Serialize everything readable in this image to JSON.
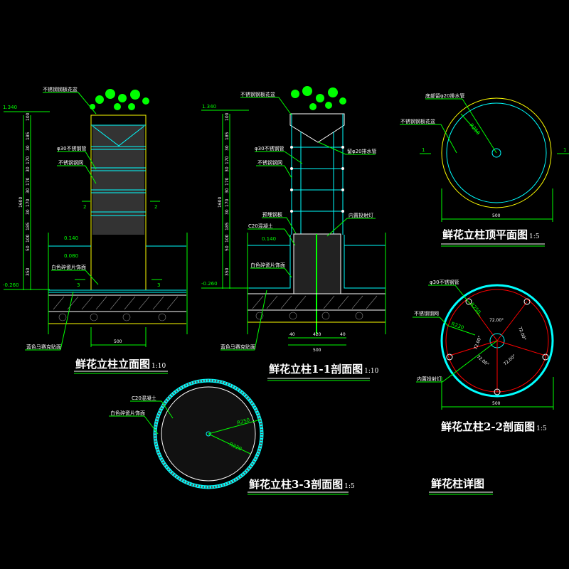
{
  "colors": {
    "background": "#000000",
    "leader": "#00ff00",
    "steel": "#00ffff",
    "outline": "#ffff00",
    "red": "#ff0000",
    "text": "#ffffff"
  },
  "elevation": {
    "title": "鲜花立柱立面图",
    "scale": "1:10",
    "labels": {
      "planter": "不锈钢钢板花盆",
      "pipe": "φ30不锈钢管",
      "mesh": "不锈钢钢网",
      "facing": "白色碎瓷片饰面",
      "mosaic": "蓝色马赛克贴面"
    },
    "levels": [
      "1.340",
      "0.140",
      "0.080",
      "-0.260"
    ],
    "dims": [
      "100",
      "185",
      "30",
      "170",
      "30",
      "170",
      "30",
      "170",
      "30",
      "185",
      "100",
      "50",
      "350"
    ],
    "total": "1600",
    "width": "500",
    "section2": "2",
    "section3": "3"
  },
  "section11": {
    "title": "鲜花立柱1-1剖面图",
    "scale": "1:10",
    "labels": {
      "planter": "不锈钢钢板花盆",
      "pipe": "φ30不锈钢管",
      "mesh": "不锈钢钢网",
      "plate": "预埋钢板",
      "concrete": "C20混凝土",
      "facing": "白色碎瓷片饰面",
      "mosaic": "蓝色马赛克贴面",
      "drain": "留φ20排水管",
      "lamp": "内置投射灯"
    },
    "levels": [
      "1.340",
      "0.140",
      "-0.260"
    ],
    "dims": [
      "100",
      "185",
      "30",
      "170",
      "30",
      "170",
      "30",
      "170",
      "30",
      "185",
      "100",
      "50",
      "350"
    ],
    "total": "1600",
    "bottom": [
      "40",
      "420",
      "40",
      "500"
    ]
  },
  "topplan": {
    "title": "鲜花立柱顶平面图",
    "scale": "1:5",
    "labels": {
      "drain": "底部留φ20排水管",
      "planter": "不锈钢钢板花盆"
    },
    "radius": "R250",
    "width": "500",
    "cut": "1"
  },
  "section22": {
    "title": "鲜花立柱2-2剖面图",
    "scale": "1:5",
    "labels": {
      "pipe": "φ30不锈钢管",
      "mesh": "不锈钢钢网",
      "lamp": "内置投射灯"
    },
    "radius": "R250",
    "radius2": "R230",
    "angles": [
      "72.00°",
      "72.00°",
      "72.00°",
      "72.00°",
      "72.00°"
    ],
    "width": "500"
  },
  "section33": {
    "title": "鲜花立柱3-3剖面图",
    "scale": "1:5",
    "labels": {
      "concrete": "C20混凝土",
      "facing": "白色碎瓷片饰面"
    },
    "radius": "R250",
    "radius2": "R220"
  },
  "sheet_title": "鲜花柱详图"
}
